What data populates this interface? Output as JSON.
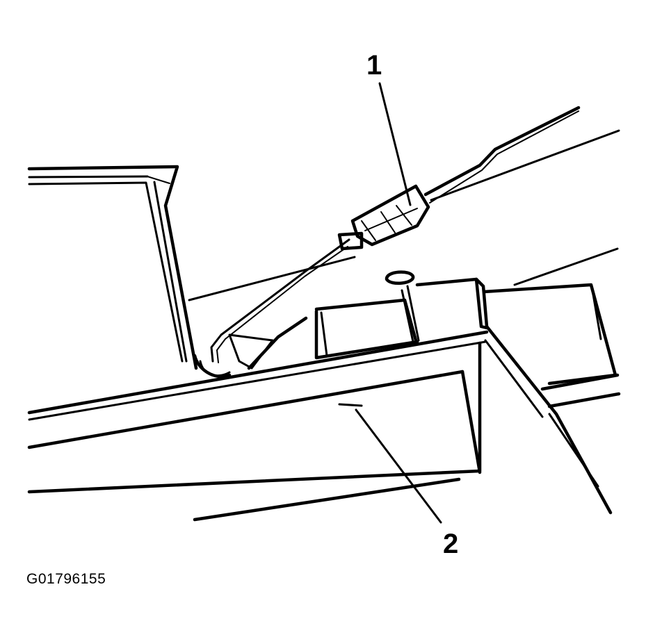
{
  "callouts": [
    {
      "number": "1"
    },
    {
      "number": "2"
    }
  ],
  "figure_id": "G01796155"
}
